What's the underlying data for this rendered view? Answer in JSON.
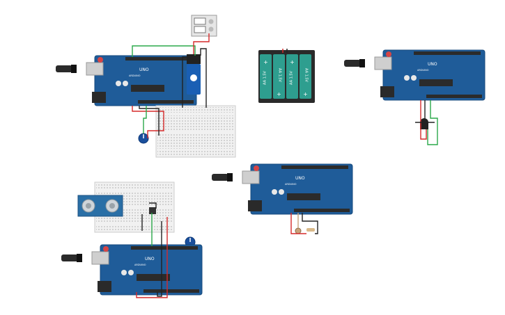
{
  "workspace": {
    "background": "#ffffff",
    "board_label": "UNO",
    "board_brand": "ARDUINO",
    "battery_cell_label": "AA 1.5V",
    "battery_plus": "+",
    "colors": {
      "board": "#1f5c99",
      "board_edge": "#174a7d",
      "header": "#2b2b2b",
      "usb": "#cfcfcf",
      "jack": "#2a2a2a",
      "breadboard": "#f1f1f1",
      "battery_case": "#2a2a2a",
      "battery_cell": "#2e9e8f",
      "wire_red": "#d62a2a",
      "wire_green": "#2aa84a",
      "wire_black": "#222222",
      "servo": "#1a5fb4",
      "pot": "#1a4f9c",
      "sensor": "#2a6fa6",
      "sensor_eye": "#cfd5da"
    }
  }
}
